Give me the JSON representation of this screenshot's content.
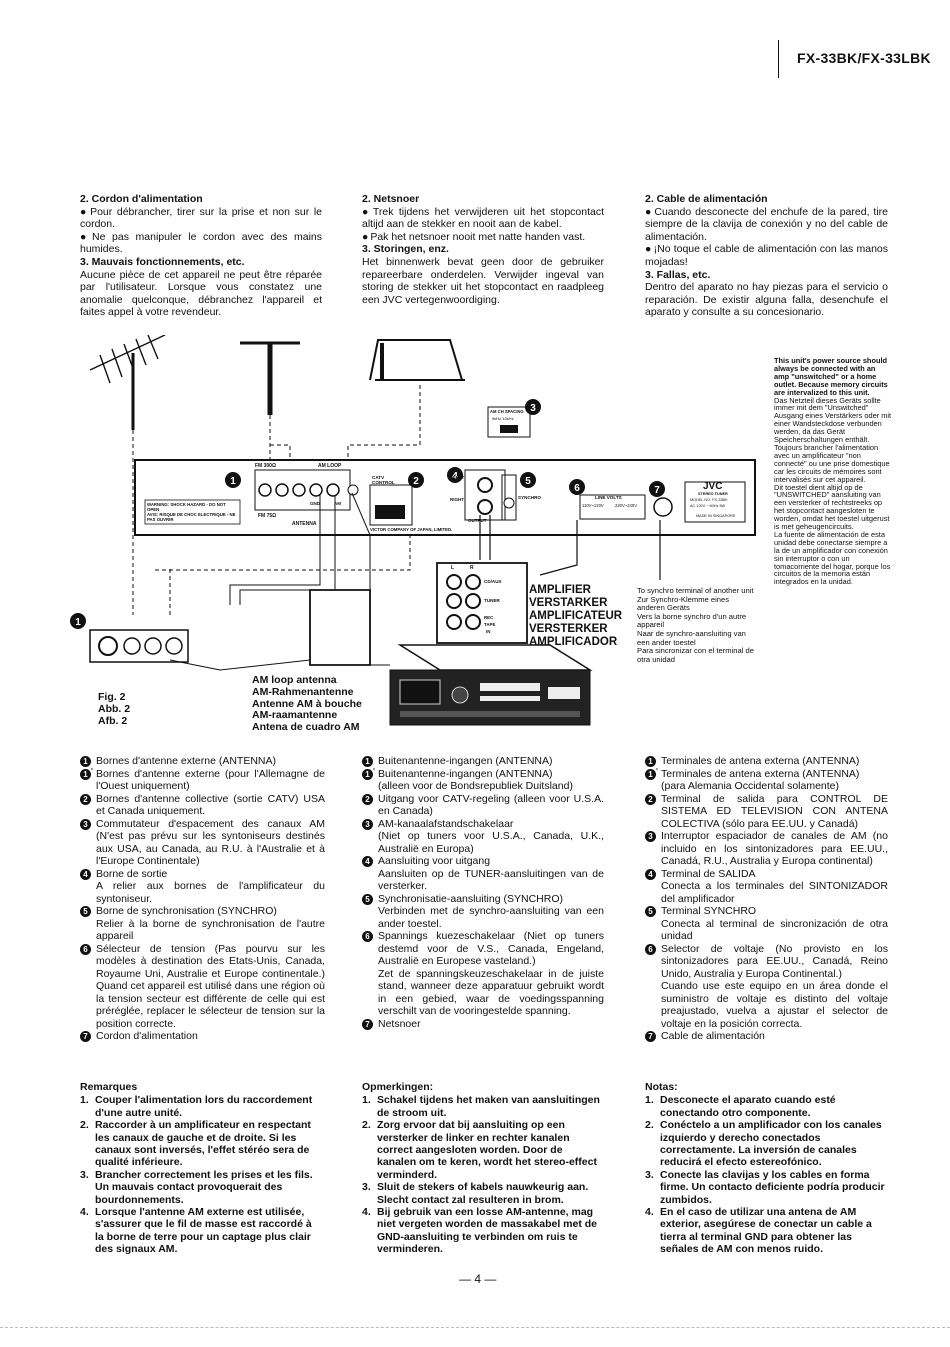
{
  "header": {
    "model": "FX-33BK/FX-33LBK"
  },
  "top": {
    "fr": {
      "h1": "2. Cordon d'alimentation",
      "b1": "Pour débrancher, tirer sur la prise et non sur le cordon.",
      "b2": "Ne pas manipuler le cordon avec des mains humides.",
      "h2": "3. Mauvais fonctionnements, etc.",
      "p": "Aucune pièce de cet appareil ne peut être réparée par l'utilisateur. Lorsque vous constatez une anomalie quelconque, débranchez l'appareil et faites appel à votre revendeur."
    },
    "nl": {
      "h1": "2. Netsnoer",
      "b1": "Trek tijdens het verwijderen uit het stopcontact altijd aan de stekker en nooit aan de kabel.",
      "b2": "Pak het netsnoer nooit met natte handen vast.",
      "h2": "3. Storingen, enz.",
      "p": "Het binnenwerk bevat geen door de gebruiker repareerbare onderdelen. Verwijder ingeval van storing de stekker uit het stopcontact en raadpleeg een JVC vertegenwoordiging."
    },
    "es": {
      "h1": "2. Cable de alimentación",
      "b1": "Cuando desconecte del enchufe de la pared, tire siempre de la clavija de conexión y no del cable de alimentación.",
      "b2": "¡No toque el cable de alimentación con las manos mojadas!",
      "h2": "3. Fallas, etc.",
      "p": "Dentro del aparato no hay piezas para el servicio o reparación. De existir alguna falla, desenchufe el aparato y consulte a su concesionario."
    }
  },
  "diagram": {
    "fig": [
      "Fig. 2",
      "Abb. 2",
      "Afb. 2"
    ],
    "amp_labels": [
      "AMPLIFIER",
      "VERSTARKER",
      "AMPLIFICATEUR",
      "VERSTERKER",
      "AMPLIFICADOR"
    ],
    "loop_labels": [
      "AM loop antenna",
      "AM-Rahmenantenne",
      "Antenne AM à bouche",
      "AM-raamantenne",
      "Antena de cuadro AM"
    ],
    "synchro_note": [
      "To synchro terminal of another unit",
      "Zur Synchro-Klemme eines anderen Geräts",
      "Vers la borne synchro d'un autre appareil",
      "Naar de synchro-aansluiting van een ander toestel",
      "Para sincronizar con el terminal de otra unidad"
    ],
    "notes": {
      "en": "This unit's power source should always be connected with an amp \"unswitched\" or a home outlet. Because memory circuits are intervalized to this unit.",
      "de": "Das Netzteil dieses Geräts sollte immer mit dem \"Unswitched\" Ausgang eines Verstärkers oder mit einer Wandsteckdose verbunden werden, da das Gerät Speicherschaltungen enthält.",
      "fr": "Toujours brancher l'alimentation avec un amplificateur \"non connecté\" ou une prise domestique car les circuits de mémoires sont intervalisés sur cet appareil.",
      "nl": "Dit toestel dient altijd op de \"UNSWITCHED\" aansluiting van een versterker of rechtstreeks op het stopcontact aangesloten te worden, omdat het toestel uitgerust is met geheugencircuits.",
      "es": "La fuente de alimentación de esta unidad debe conectarse siempre a la de un amplificador con conexión sin interruptor o con un tomacorriente del hogar, porque los circuitos de la memoria están integrados en la unidad."
    },
    "panel": {
      "warning": "WARNING: SHOCK HAZARD - DO NOT OPEN\nAVIS: RISQUE DE CHOC ELECTRIQUE - NE PAS OUVRIR",
      "fm300": "FM 300Ω",
      "amloop": "AM LOOP",
      "fm75": "FM 75Ω",
      "antenna": "ANTENNA",
      "gnd": "GND",
      "am": "AM",
      "catv": "CATV CONTROL",
      "left": "LEFT",
      "right": "RIGHT",
      "output": "OUTPUT",
      "synchro": "SYNCHRO",
      "linevolts": "LINE VOLTS",
      "v1": "110V~120V",
      "v2": "220V~240V",
      "victor": "VICTOR COMPANY OF JAPAN, LIMITED.",
      "amch": "AM CH SPACING",
      "amch_vals": "9kHz  10kHz",
      "jvc": "JVC",
      "jvc_sub": "STEREO TUNER",
      "model_plate": "MODEL NO. FX-33BK",
      "power_plate": "AC 120V ~ 60Hz  5W",
      "made": "MADE IN SINGAPORE",
      "cdaux": "CD/AUX",
      "tuner": "TUNER",
      "rec": "REC",
      "tape": "TAPE",
      "l": "L",
      "r": "R",
      "in": "IN"
    }
  },
  "lists": {
    "fr": [
      {
        "n": "1",
        "t": "Bornes d'antenne externe (ANTENNA)"
      },
      {
        "n": "1",
        "p": "'",
        "t": "Bornes d'antenne externe (pour l'Allemagne de l'Ouest uniquement)"
      },
      {
        "n": "2",
        "t": "Bornes d'antenne collective (sortie CATV) USA et Canada uniquement."
      },
      {
        "n": "3",
        "t": "Commutateur d'espacement des canaux AM (N'est pas prévu sur les syntoniseurs destinés aux USA, au Canada, au R.U. à l'Australie et à l'Europe Continentale)"
      },
      {
        "n": "4",
        "t": "Borne de sortie",
        "s": "A relier aux bornes de l'amplificateur du syntoniseur."
      },
      {
        "n": "5",
        "t": "Borne de synchronisation (SYNCHRO)",
        "s": "Relier à la borne de synchronisation de l'autre appareil"
      },
      {
        "n": "6",
        "t": "Sélecteur de tension (Pas pourvu sur les modèles à destination des Etats-Unis, Canada, Royaume Uni, Australie et Europe continentale.) Quand cet appareil est utilisé dans une région où la tension secteur est différente de celle qui est préréglée, replacer le sélecteur de tension sur la position correcte."
      },
      {
        "n": "7",
        "t": "Cordon d'alimentation"
      }
    ],
    "nl": [
      {
        "n": "1",
        "t": "Buitenantenne-ingangen (ANTENNA)"
      },
      {
        "n": "1",
        "p": "'",
        "t": "Buitenantenne-ingangen (ANTENNA)",
        "s": "(alleen voor de Bondsrepubliek Duitsland)"
      },
      {
        "n": "2",
        "t": "Uitgang voor CATV-regeling (alleen voor U.S.A. en Canada)"
      },
      {
        "n": "3",
        "t": "AM-kanaalafstandschakelaar",
        "s": "(Niet op tuners voor U.S.A., Canada, U.K., Australië en Europa)"
      },
      {
        "n": "4",
        "t": "Aansluiting voor uitgang",
        "s": "Aansluiten op de TUNER-aansluitingen van de versterker."
      },
      {
        "n": "5",
        "t": "Synchronisatie-aansluiting (SYNCHRO)",
        "s": "Verbinden met de synchro-aansluiting van een ander toestel."
      },
      {
        "n": "6",
        "t": "Spannings kuezeschakelaar (Niet op tuners destemd voor de V.S., Canada, Engeland, Australië en Europese vasteland.)",
        "s": "Zet de spanningskeuzeschakelaar in de juiste stand, wanneer deze apparatuur gebruikt wordt in een gebied, waar de voedingsspanning verschilt van de vooringestelde spanning."
      },
      {
        "n": "7",
        "t": "Netsnoer"
      }
    ],
    "es": [
      {
        "n": "1",
        "t": "Terminales de antena externa (ANTENNA)"
      },
      {
        "n": "1",
        "p": "'",
        "t": "Terminales de antena externa (ANTENNA)",
        "s": "(para Alemania Occidental solamente)"
      },
      {
        "n": "2",
        "t": "Terminal de salida para CONTROL DE SISTEMA ED TELEVISION CON ANTENA COLECTIVA (sólo para EE.UU. y Canadá)"
      },
      {
        "n": "3",
        "t": "Interruptor espaciador de canales de AM (no incluido en los sintonizadores para EE.UU., Canadá, R.U., Australia y Europa continental)"
      },
      {
        "n": "4",
        "t": "Terminal de SALIDA",
        "s": "Conecta a los terminales del SINTONIZADOR del amplificador"
      },
      {
        "n": "5",
        "t": "Terminal SYNCHRO",
        "s": "Conecta al terminal de sincronización de otra unidad"
      },
      {
        "n": "6",
        "t": "Selector de voltaje (No provisto en los sintonizadores para EE.UU., Canadá, Reino Unido, Australia y Europa Continental.)",
        "s": "Cuando use este equipo en un área donde el suministro de voltaje es distinto del voltaje preajustado, vuelva a ajustar el selector de voltaje en la posición correcta."
      },
      {
        "n": "7",
        "t": "Cable de alimentación"
      }
    ]
  },
  "remarks": {
    "fr": {
      "heading": "Remarques",
      "items": [
        {
          "n": "1.",
          "t": "Couper l'alimentation lors du raccordement d'une autre unité."
        },
        {
          "n": "2.",
          "t": "Raccorder à un amplificateur en respectant les canaux de gauche et de droite. Si les canaux sont inversés, l'effet stéréo sera de qualité inférieure."
        },
        {
          "n": "3.",
          "t": "Brancher correctement les prises et les fils. Un mauvais contact provoquerait des bourdonnements."
        },
        {
          "n": "4.",
          "t": "Lorsque l'antenne AM externe est utilisée, s'assurer que le fil de masse est raccordé à la borne de terre pour un captage plus clair des signaux AM."
        }
      ]
    },
    "nl": {
      "heading": "Opmerkingen:",
      "items": [
        {
          "n": "1.",
          "t": "Schakel tijdens het maken van aansluitingen de stroom uit."
        },
        {
          "n": "2.",
          "t": "Zorg ervoor dat bij aansluiting op een versterker de linker en rechter kanalen correct aangesloten worden. Door de kanalen om te keren, wordt het stereo-effect verminderd."
        },
        {
          "n": "3.",
          "t": "Sluit de stekers of kabels nauwkeurig aan. Slecht contact zal resulteren in brom."
        },
        {
          "n": "4.",
          "t": "Bij gebruik van een losse AM-antenne, mag niet vergeten worden de massakabel met de GND-aansluiting te verbinden om ruis te verminderen."
        }
      ]
    },
    "es": {
      "heading": "Notas:",
      "items": [
        {
          "n": "1.",
          "t": "Desconecte el aparato cuando esté conectando otro componente."
        },
        {
          "n": "2.",
          "t": "Conéctelo a un amplificador con los canales izquierdo y derecho conectados correctamente. La inversión de canales reducirá el efecto estereofónico."
        },
        {
          "n": "3.",
          "t": "Conecte las clavijas y los cables en forma firme. Un contacto deficiente podría producir zumbidos."
        },
        {
          "n": "4.",
          "t": "En el caso de utilizar una antena de AM exterior, asegúrese de conectar un cable a tierra al terminal GND para obtener las señales de AM con menos ruido."
        }
      ]
    }
  },
  "footer": {
    "page": "— 4 —"
  }
}
